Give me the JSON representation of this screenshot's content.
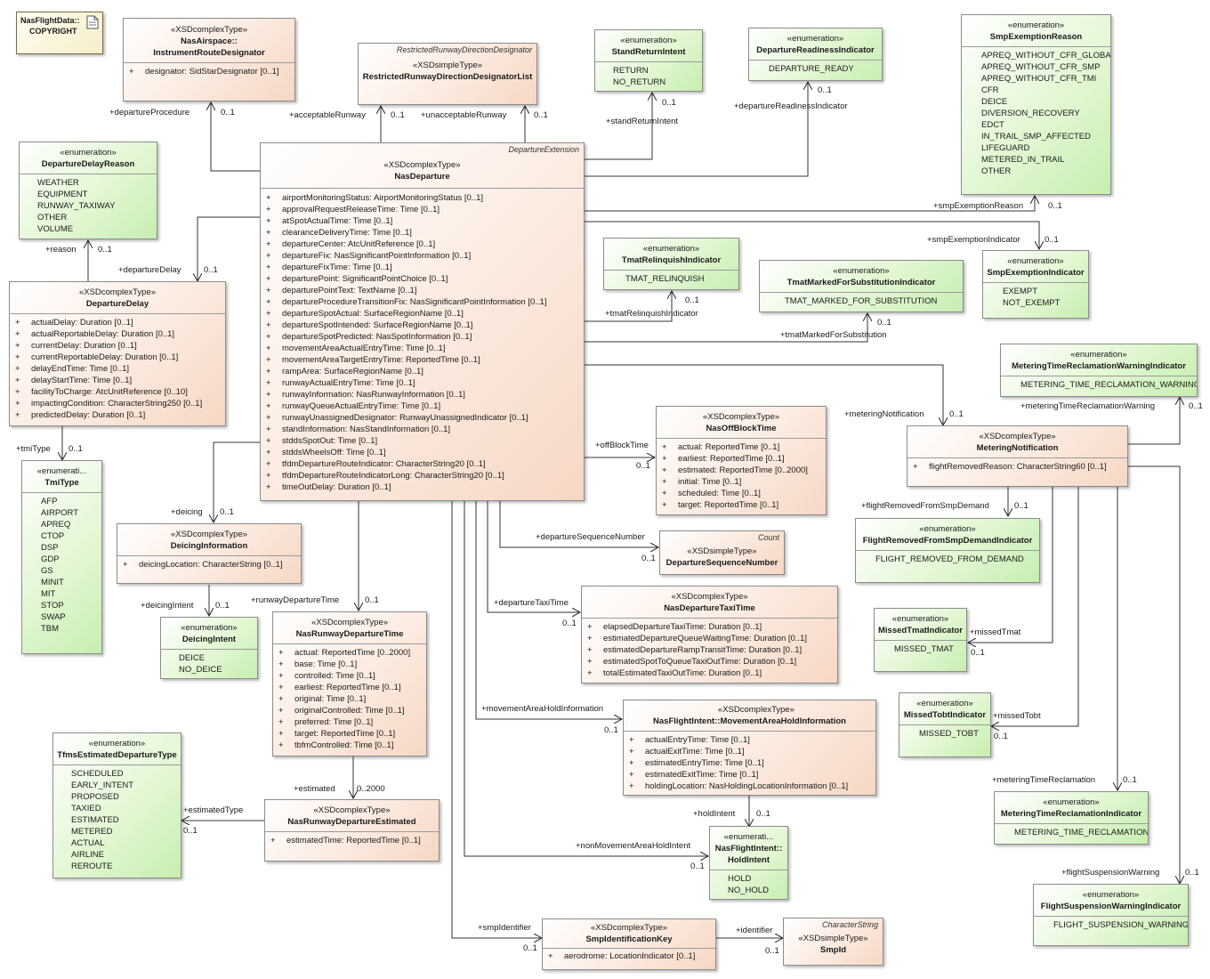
{
  "note": {
    "l1": "NasFlightData::",
    "l2": "COPYRIGHT"
  },
  "boxes": {
    "instrumentRoute": {
      "st": "«XSDcomplexType»",
      "nm1": "NasAirspace::",
      "nm2": "InstrumentRouteDesignator",
      "attrs": [
        "designator: SidStarDesignator [0..1]"
      ]
    },
    "restrictedRunway": {
      "tag": "RestrictedRunwayDirectionDesignator",
      "st": "«XSDsimpleType»",
      "nm": "RestrictedRunwayDirectionDesignatorList"
    },
    "standReturn": {
      "st": "«enumeration»",
      "nm": "StandReturnIntent",
      "vals": [
        "RETURN",
        "NO_RETURN"
      ]
    },
    "departureReadiness": {
      "st": "«enumeration»",
      "nm": "DepartureReadinessIndicator",
      "vals": [
        "DEPARTURE_READY"
      ]
    },
    "smpExemptionReason": {
      "st": "«enumeration»",
      "nm": "SmpExemptionReason",
      "vals": [
        "APREQ_WITHOUT_CFR_GLOBAL",
        "APREQ_WITHOUT_CFR_SMP",
        "APREQ_WITHOUT_CFR_TMI",
        "CFR",
        "DEICE",
        "DIVERSION_RECOVERY",
        "EDCT",
        "IN_TRAIL_SMP_AFFECTED",
        "LIFEGUARD",
        "METERED_IN_TRAIL",
        "OTHER"
      ]
    },
    "departureDelayReason": {
      "st": "«enumeration»",
      "nm": "DepartureDelayReason",
      "vals": [
        "WEATHER",
        "EQUIPMENT",
        "RUNWAY_TAXIWAY",
        "OTHER",
        "VOLUME"
      ]
    },
    "nasDeparture": {
      "tag": "DepartureExtension",
      "st": "«XSDcomplexType»",
      "nm": "NasDeparture",
      "attrs": [
        "airportMonitoringStatus: AirportMonitoringStatus [0..1]",
        "approvalRequestReleaseTime: Time [0..1]",
        "atSpotActualTime: Time [0..1]",
        "clearanceDeliveryTime: Time [0..1]",
        "departureCenter: AtcUnitReference [0..1]",
        "departureFix: NasSignificantPointInformation [0..1]",
        "departureFixTime: Time [0..1]",
        "departurePoint: SignificantPointChoice [0..1]",
        "departurePointText: TextName [0..1]",
        "departureProcedureTransitionFix: NasSignificantPointInformation [0..1]",
        "departureSpotActual: SurfaceRegionName [0..1]",
        "departureSpotIntended: SurfaceRegionName [0..1]",
        "departureSpotPredicted: NasSpotInformation [0..1]",
        "movementAreaActualEntryTime: Time [0..1]",
        "movementAreaTargetEntryTime: ReportedTime [0..1]",
        "rampArea: SurfaceRegionName [0..1]",
        "runwayActualEntryTime: Time [0..1]",
        "runwayInformation: NasRunwayInformation [0..1]",
        "runwayQueueActualEntryTime: Time [0..1]",
        "runwayUnassignedDesignator: RunwayUnassignedIndicator [0..1]",
        "standInformation: NasStandInformation [0..1]",
        "stddsSpotOut: Time [0..1]",
        "stddsWheelsOff: Time [0..1]",
        "tfdmDepartureRouteIndicator: CharacterString20 [0..1]",
        "tfdmDepartureRouteIndicatorLong: CharacterString20 [0..1]",
        "timeOutDelay: Duration [0..1]"
      ]
    },
    "tmatRelinquish": {
      "st": "«enumeration»",
      "nm": "TmatRelinquishIndicator",
      "vals": [
        "TMAT_RELINQUISH"
      ]
    },
    "tmatMarked": {
      "st": "«enumeration»",
      "nm": "TmatMarkedForSubstitutionIndicator",
      "vals": [
        "TMAT_MARKED_FOR_SUBSTITUTION"
      ]
    },
    "smpExemptionIndicator": {
      "st": "«enumeration»",
      "nm": "SmpExemptionIndicator",
      "vals": [
        "EXEMPT",
        "NOT_EXEMPT"
      ]
    },
    "departureDelay": {
      "st": "«XSDcomplexType»",
      "nm": "DepartureDelay",
      "attrs": [
        "actualDelay: Duration [0..1]",
        "actualReportableDelay: Duration [0..1]",
        "currentDelay: Duration [0..1]",
        "currentReportableDelay: Duration [0..1]",
        "delayEndTime: Time [0..1]",
        "delayStartTime: Time [0..1]",
        "facilityToCharge: AtcUnitReference [0..10]",
        "impactingCondition: CharacterString250 [0..1]",
        "predictedDelay: Duration [0..1]"
      ]
    },
    "meteringWarning": {
      "st": "«enumeration»",
      "nm": "MeteringTimeReclamationWarningIndicator",
      "vals": [
        "METERING_TIME_RECLAMATION_WARNING"
      ]
    },
    "meteringNotification": {
      "st": "«XSDcomplexType»",
      "nm": "MeteringNotification",
      "attrs": [
        "flightRemovedReason: CharacterString60 [0..1]"
      ]
    },
    "offBlock": {
      "st": "«XSDcomplexType»",
      "nm": "NasOffBlockTime",
      "attrs": [
        "actual: ReportedTime [0..1]",
        "earliest: ReportedTime [0..1]",
        "estimated: ReportedTime [0..2000]",
        "initial: Time [0..1]",
        "scheduled: Time [0..1]",
        "target: ReportedTime [0..1]"
      ]
    },
    "tmiType": {
      "st": "«enumerati...",
      "nm": "TmiType",
      "vals": [
        "AFP",
        "AIRPORT",
        "APREQ",
        "CTOP",
        "DSP",
        "GDP",
        "GS",
        "MINIT",
        "MIT",
        "STOP",
        "SWAP",
        "TBM"
      ]
    },
    "deicingInfo": {
      "st": "«XSDcomplexType»",
      "nm": "DeicingInformation",
      "attrs": [
        "deicingLocation: CharacterString [0..1]"
      ]
    },
    "depSeqNum": {
      "tag": "Count",
      "st": "«XSDsimpleType»",
      "nm": "DepartureSequenceNumber"
    },
    "flightRemoved": {
      "st": "«enumeration»",
      "nm": "FlightRemovedFromSmpDemandIndicator",
      "vals": [
        "FLIGHT_REMOVED_FROM_DEMAND"
      ]
    },
    "deicingIntent": {
      "st": "«enumeration»",
      "nm": "DeicingIntent",
      "vals": [
        "DEICE",
        "NO_DEICE"
      ]
    },
    "runwayDepTime": {
      "st": "«XSDcomplexType»",
      "nm": "NasRunwayDepartureTime",
      "attrs": [
        "actual: ReportedTime [0..2000]",
        "base: Time [0..1]",
        "controlled: Time [0..1]",
        "earliest: ReportedTime [0..1]",
        "original: Time [0..1]",
        "originalControlled: Time [0..1]",
        "preferred: Time [0..1]",
        "target: ReportedTime [0..1]",
        "tbfmControlled: Time [0..1]"
      ]
    },
    "depTaxiTime": {
      "st": "«XSDcomplexType»",
      "nm": "NasDepartureTaxiTime",
      "attrs": [
        "elapsedDepartureTaxiTime: Duration [0..1]",
        "estimatedDepartureQueueWaitingTime: Duration [0..1]",
        "estimatedDepartureRampTransitTime: Duration [0..1]",
        "estimatedSpotToQueueTaxiOutTime: Duration [0..1]",
        "totalEstimatedTaxiOutTime: Duration [0..1]"
      ]
    },
    "missedTmat": {
      "st": "«enumeration»",
      "nm": "MissedTmatIndicator",
      "vals": [
        "MISSED_TMAT"
      ]
    },
    "missedTobt": {
      "st": "«enumeration»",
      "nm": "MissedTobtIndicator",
      "vals": [
        "MISSED_TOBT"
      ]
    },
    "tfmsEstDep": {
      "st": "«enumeration»",
      "nm": "TfmsEstimatedDepartureType",
      "vals": [
        "SCHEDULED",
        "EARLY_INTENT",
        "PROPOSED",
        "TAXIED",
        "ESTIMATED",
        "METERED",
        "ACTUAL",
        "AIRLINE",
        "REROUTE"
      ]
    },
    "movementAreaHold": {
      "st": "«XSDcomplexType»",
      "nm": "NasFlightIntent::MovementAreaHoldInformation",
      "attrs": [
        "actualEntryTime: Time [0..1]",
        "actualExitTime: Time [0..1]",
        "estimatedEntryTime: Time [0..1]",
        "estimatedExitTime: Time [0..1]",
        "holdingLocation: NasHoldingLocationInformation [0..1]"
      ]
    },
    "runwayDepEstimated": {
      "st": "«XSDcomplexType»",
      "nm": "NasRunwayDepartureEstimated",
      "attrs": [
        "estimatedTime: ReportedTime [0..1]"
      ]
    },
    "meteringReclamation": {
      "st": "«enumeration»",
      "nm": "MeteringTimeReclamationIndicator",
      "vals": [
        "METERING_TIME_RECLAMATION"
      ]
    },
    "holdIntent": {
      "st": "«enumerati...",
      "nm1": "NasFlightIntent::",
      "nm2": "HoldIntent",
      "vals": [
        "HOLD",
        "NO_HOLD"
      ]
    },
    "flightSuspension": {
      "st": "«enumeration»",
      "nm": "FlightSuspensionWarningIndicator",
      "vals": [
        "FLIGHT_SUSPENSION_WARNING"
      ]
    },
    "smpIdKey": {
      "st": "«XSDcomplexType»",
      "nm": "SmpIdentificationKey",
      "attrs": [
        "aerodrome: LocationIndicator [0..1]"
      ]
    },
    "smpId": {
      "tag": "CharacterString",
      "st": "«XSDsimpleType»",
      "nm": "SmpId"
    }
  },
  "labels": {
    "departureProcedure": "+departureProcedure",
    "m_departureProcedure": "0..1",
    "acceptableRunway": "+acceptableRunway",
    "m_acceptableRunway": "0..1",
    "unacceptableRunway": "+unacceptableRunway",
    "m_unacceptableRunway": "0..1",
    "standReturnIntent": "+standReturnIntent",
    "m_standReturnIntent": "0..1",
    "departureReadinessIndicator": "+departureReadinessIndicator",
    "m_departureReadinessIndicator": "0..1",
    "smpExemptionReason": "+smpExemptionReason",
    "m_smpExemptionReason": "0..1",
    "smpExemptionIndicator": "+smpExemptionIndicator",
    "m_smpExemptionIndicator": "0..1",
    "reason": "+reason",
    "m_reason": "0..1",
    "departureDelay": "+departureDelay",
    "m_departureDelay": "0..1",
    "tmatRelinquishIndicator": "+tmatRelinquishIndicator",
    "m_tmatRelinquishIndicator": "0..1",
    "tmatMarkedForSubstitution": "+tmatMarkedForSubstitution",
    "m_tmatMarkedForSubstitution": "0..1",
    "meteringTimeReclamationWarning": "+meteringTimeReclamationWarning",
    "m_meteringTimeReclamationWarning": "0..1",
    "meteringNotification": "+meteringNotification",
    "m_meteringNotification": "0..1",
    "offBlockTime": "+offBlockTime",
    "m_offBlockTime": "0..1",
    "tmiType": "+tmiType",
    "m_tmiType": "0..1",
    "deicing": "+deicing",
    "m_deicing": "0..1",
    "departureSequenceNumber": "+departureSequenceNumber",
    "m_departureSequenceNumber": "0..1",
    "flightRemovedFromSmpDemand": "+flightRemovedFromSmpDemand",
    "m_flightRemovedFromSmpDemand": "0..1",
    "deicingIntent": "+deicingIntent",
    "m_deicingIntent": "0..1",
    "runwayDepartureTime": "+runwayDepartureTime",
    "m_runwayDepartureTime": "0..1",
    "departureTaxiTime": "+departureTaxiTime",
    "m_departureTaxiTime": "0..1",
    "missedTmat": "+missedTmat",
    "m_missedTmat": "0..1",
    "movementAreaHoldInformation": "+movementAreaHoldInformation",
    "m_movementAreaHoldInformation": "0..1",
    "missedTobt": "+missedTobt",
    "m_missedTobt": "0..1",
    "estimated": "+estimated",
    "m_estimated": "0..2000",
    "estimatedType": "+estimatedType",
    "m_estimatedType": "0..1",
    "meteringTimeReclamation": "+meteringTimeReclamation",
    "m_meteringTimeReclamation": "0..1",
    "holdIntent": "+holdIntent",
    "m_holdIntent": "0..1",
    "nonMovementAreaHoldIntent": "+nonMovementAreaHoldIntent",
    "m_nonMovementAreaHoldIntent": "0..1",
    "flightSuspensionWarning": "+flightSuspensionWarning",
    "m_flightSuspensionWarning": "0..1",
    "smpIdentifier": "+smpIdentifier",
    "m_smpIdentifier": "0..1",
    "identifier": "+identifier",
    "m_identifier": "0..1"
  }
}
